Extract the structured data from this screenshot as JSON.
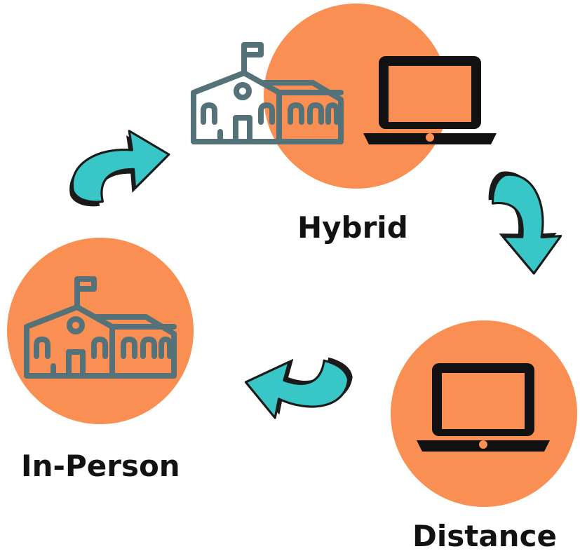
{
  "colors": {
    "circle": "#f98f52",
    "school": "#567279",
    "laptop": "#111111",
    "arrow": "#38c6c6",
    "arrow_outline": "#1a1a1a"
  },
  "nodes": [
    {
      "id": "hybrid",
      "label": "Hybrid",
      "icons": [
        "school-icon",
        "laptop-icon"
      ]
    },
    {
      "id": "distance",
      "label": "Distance",
      "icons": [
        "laptop-icon"
      ]
    },
    {
      "id": "in-person",
      "label": "In-Person",
      "icons": [
        "school-icon"
      ]
    }
  ],
  "edges": [
    {
      "from": "hybrid",
      "to": "distance"
    },
    {
      "from": "distance",
      "to": "in-person"
    },
    {
      "from": "in-person",
      "to": "hybrid"
    }
  ]
}
